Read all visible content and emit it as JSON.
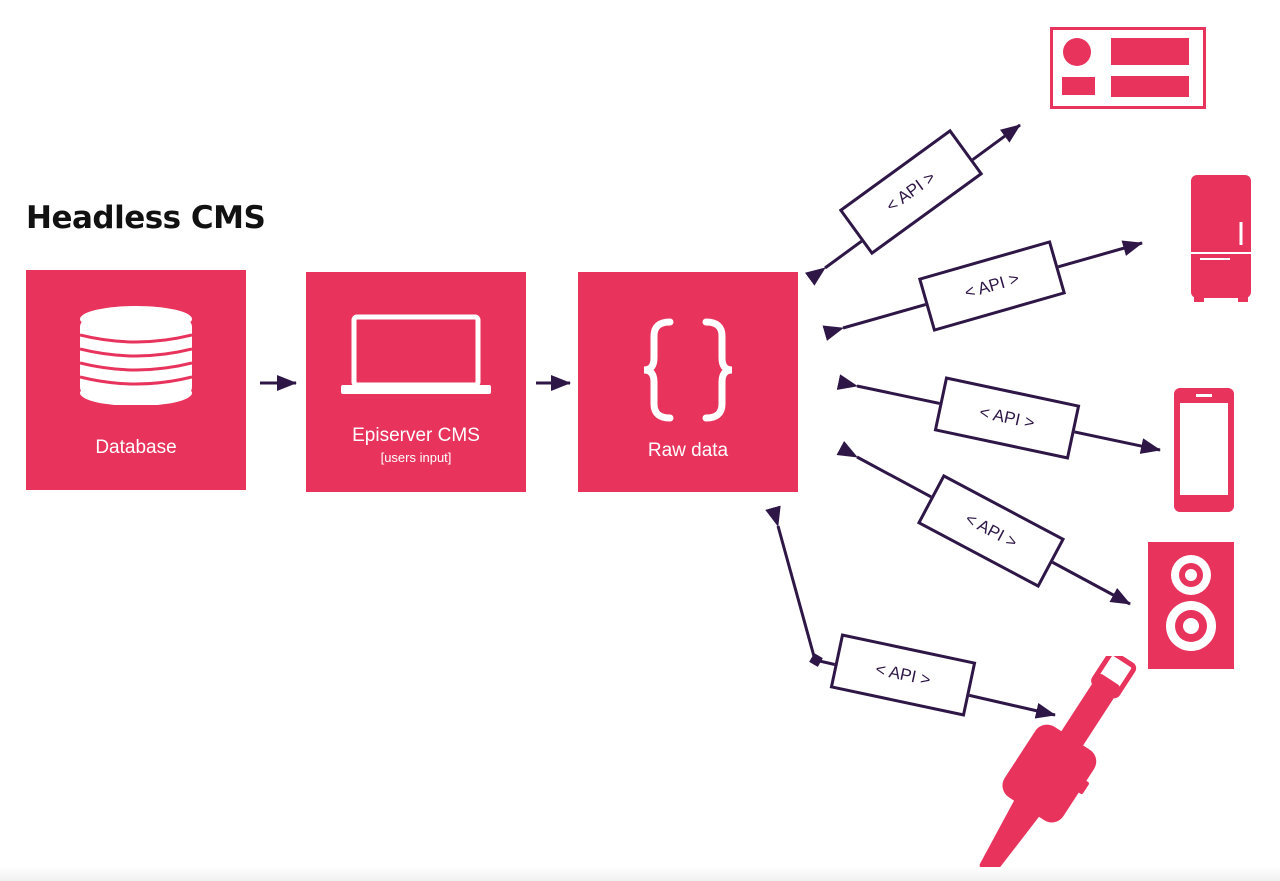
{
  "title": "Headless CMS",
  "colors": {
    "accent": "#e8335d",
    "dark": "#2e1747",
    "background": "#ffffff"
  },
  "pipeline": [
    {
      "id": "database",
      "label": "Database",
      "icon": "database-icon"
    },
    {
      "id": "cms",
      "label": "Episerver CMS",
      "sublabel": "[users input]",
      "icon": "laptop-icon"
    },
    {
      "id": "raw",
      "label": "Raw data",
      "icon": "curly-braces-icon"
    }
  ],
  "api_label": "< API >",
  "devices": [
    {
      "id": "website",
      "icon": "website-layout-icon"
    },
    {
      "id": "fridge",
      "icon": "fridge-icon"
    },
    {
      "id": "phone",
      "icon": "smartphone-icon"
    },
    {
      "id": "speaker",
      "icon": "speaker-icon"
    },
    {
      "id": "watch",
      "icon": "smartwatch-icon"
    }
  ]
}
